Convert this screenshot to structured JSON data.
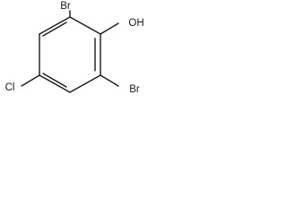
{
  "molecule": {
    "labels": {
      "br_top": "Br",
      "oh": "OH",
      "cl": "Cl",
      "br_bottom": "Br"
    }
  }
}
